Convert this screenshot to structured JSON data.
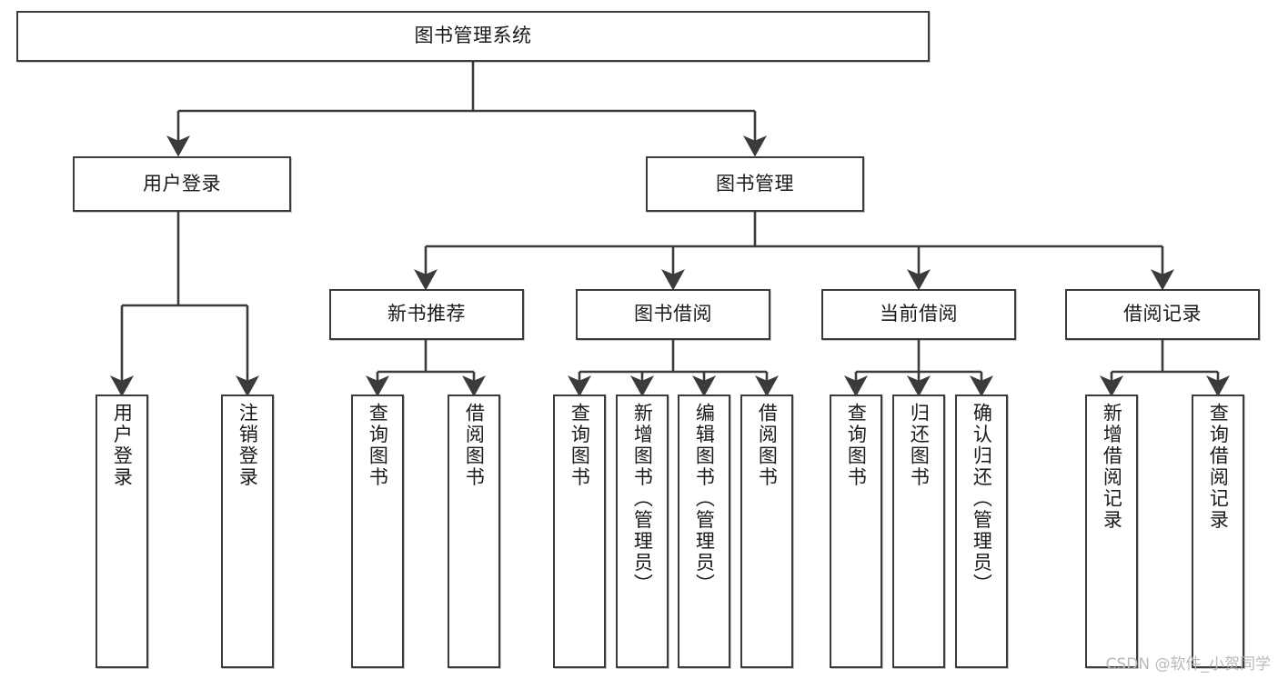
{
  "diagram": {
    "type": "tree-hierarchy-chart",
    "title_node": {
      "id": "root",
      "label": "图书管理系统"
    },
    "level2": [
      {
        "id": "login",
        "label": "用户登录"
      },
      {
        "id": "bookmgmt",
        "label": "图书管理"
      }
    ],
    "level3": [
      {
        "id": "newbook",
        "label": "新书推荐"
      },
      {
        "id": "borrow",
        "label": "图书借阅"
      },
      {
        "id": "current",
        "label": "当前借阅"
      },
      {
        "id": "record",
        "label": "借阅记录"
      }
    ],
    "leaves": {
      "login": [
        {
          "id": "leaf-user-login",
          "label": "用户登录"
        },
        {
          "id": "leaf-logout",
          "label": "注销登录"
        }
      ],
      "newbook": [
        {
          "id": "leaf-query-book-1",
          "label": "查询图书"
        },
        {
          "id": "leaf-borrow-book-1",
          "label": "借阅图书"
        }
      ],
      "borrow": [
        {
          "id": "leaf-query-book-2",
          "label": "查询图书"
        },
        {
          "id": "leaf-add-book",
          "label": "新增图书（管理员）"
        },
        {
          "id": "leaf-edit-book",
          "label": "编辑图书（管理员）"
        },
        {
          "id": "leaf-borrow-book-2",
          "label": "借阅图书"
        }
      ],
      "current": [
        {
          "id": "leaf-query-book-3",
          "label": "查询图书"
        },
        {
          "id": "leaf-return-book",
          "label": "归还图书"
        },
        {
          "id": "leaf-confirm-return",
          "label": "确认归还（管理员）"
        }
      ],
      "record": [
        {
          "id": "leaf-add-record",
          "label": "新增借阅记录"
        },
        {
          "id": "leaf-query-record",
          "label": "查询借阅记录"
        }
      ]
    }
  },
  "watermark": {
    "text": "CSDN @软件_小贺同学"
  },
  "colors": {
    "line": "#3b3b3b",
    "box_border": "#3b3b3b",
    "box_fill": "#ffffff",
    "text": "#1a1a1a",
    "watermark": "#b9b9b9",
    "background": "#ffffff"
  }
}
